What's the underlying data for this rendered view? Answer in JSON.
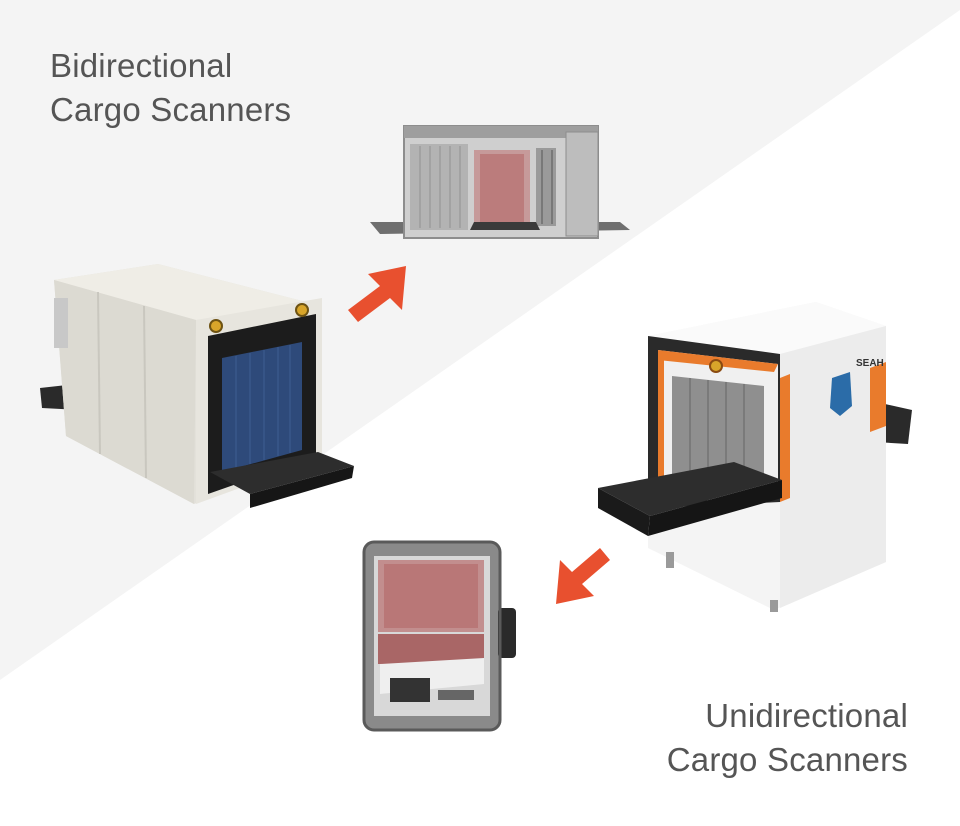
{
  "bidirectional": {
    "line1": "Bidirectional",
    "line2": "Cargo Scanners"
  },
  "unidirectional": {
    "line1": "Unidirectional",
    "line2": "Cargo Scanners"
  },
  "colors": {
    "background_top": "#f4f4f4",
    "background_bottom": "#ffffff",
    "arrow": "#e8502f",
    "accent_orange": "#e97b2c",
    "tunnel_blue": "#2e4a7a",
    "text": "#555555"
  },
  "icons": {
    "arrow_up_right": "arrow-up-right-icon",
    "arrow_down_left": "arrow-down-left-icon"
  }
}
